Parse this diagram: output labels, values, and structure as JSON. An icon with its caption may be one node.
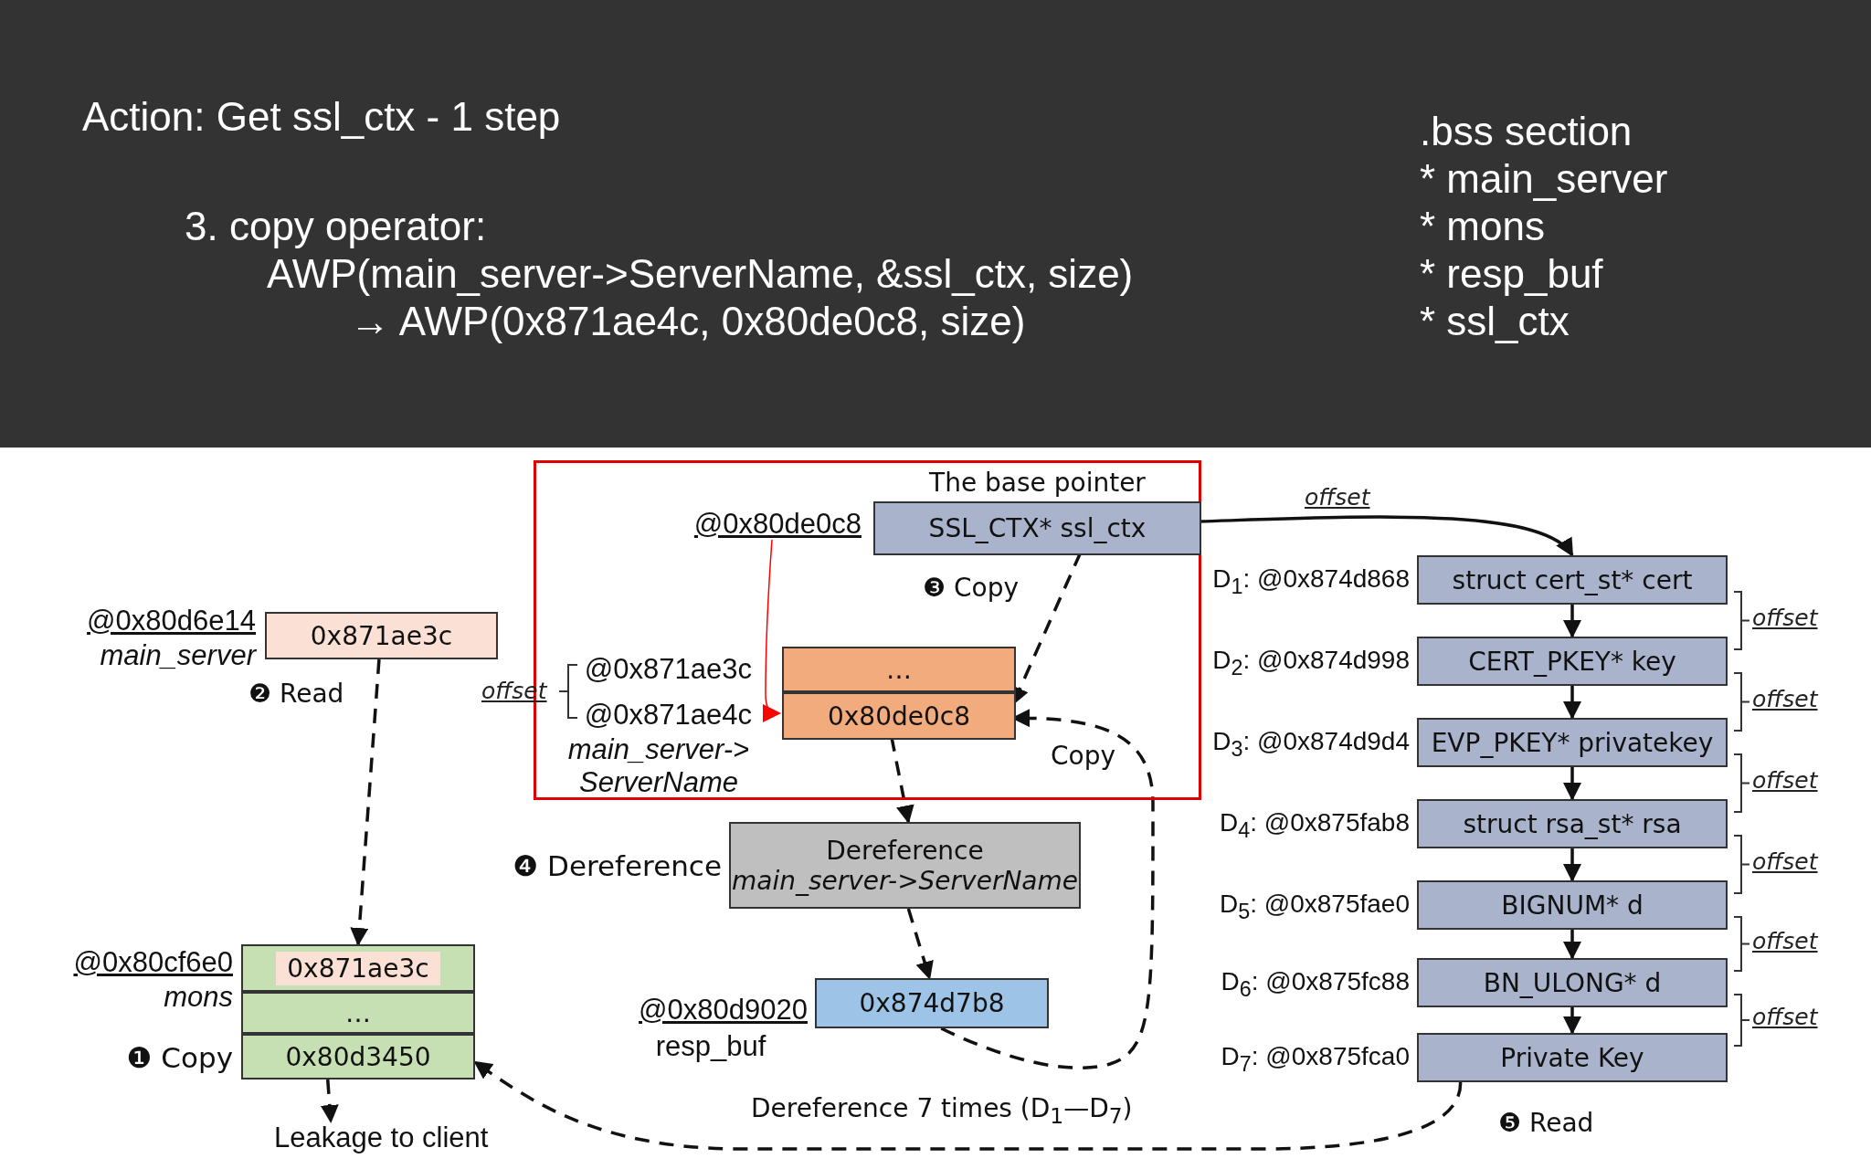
{
  "diagram": {
    "title": "Action: Get ssl_ctx - 1 step",
    "nodes": [
      {
        "text": [],
        "shape": "box"
      },
      {
        "text": [
          "@0x80de0c8"
        ],
        "in": 0
      },
      {
        "text": [
          "The base pointer",
          "SSL_CTX* ssl_ctx"
        ],
        "in": 0
      },
      {
        "text": [
          "…"
        ],
        "in": 0,
        "beside": [
          "@0x871ae3c"
        ]
      },
      {
        "text": [
          "0x80de0c8"
        ],
        "in": 0,
        "beside": [
          "@0x871ae4c",
          "main_server-> ServerName"
        ]
      },
      {
        "text": [
          "0x871ae3c"
        ],
        "beside": [
          "@0x80d6e14",
          "main_server"
        ]
      },
      {
        "text": [
          "0x871ae3c"
        ],
        "beside": [
          "@0x80cf6e0",
          "mons"
        ]
      },
      {
        "text": [
          "…"
        ]
      },
      {
        "text": [
          "0x80d3450"
        ],
        "beside": [
          "❶ Copy"
        ]
      },
      {
        "text": [
          "Dereference",
          "main_server->ServerName"
        ],
        "beside": [
          "❹ Dereference"
        ]
      },
      {
        "text": [
          "0x874d7b8"
        ],
        "beside": [
          "@0x80d9020",
          "resp_buf"
        ]
      },
      {
        "text": [
          "Leakage to client"
        ]
      },
      {
        "text": [
          "struct cert_st* cert"
        ],
        "beside": [
          "D$_{1}$: @0x874d868"
        ]
      },
      {
        "text": [
          "CERT_PKEY* key"
        ],
        "beside": [
          "D$_{2}$: @0x874d998"
        ]
      },
      {
        "text": [
          "EVP_PKEY* privatekey"
        ],
        "beside": [
          "D$_{3}$: @0x874d9d4"
        ]
      },
      {
        "text": [
          "struct rsa_st* rsa"
        ],
        "beside": [
          "D$_{4}$: @0x875fab8"
        ]
      },
      {
        "text": [
          "BIGNUM* d"
        ],
        "beside": [
          "D$_{5}$: @0x875fae0"
        ]
      },
      {
        "text": [
          "BN_ULONG* d"
        ],
        "beside": [
          "D$_{6}$: @0x875fc88"
        ]
      },
      {
        "text": [
          "Private Key"
        ],
        "beside": [
          "D$_{7}$: @0x875fca0"
        ]
      }
    ],
    "edges": [
      {
        "from": 5,
        "to": 6,
        "arrow": "to",
        "label": "❷ Read",
        "style": "dashed"
      },
      {
        "from": 2,
        "to": 4,
        "arrow": "to",
        "label": "❸ Copy",
        "style": "dashed"
      },
      {
        "from": 4,
        "to": 9,
        "arrow": "to",
        "style": "dashed"
      },
      {
        "from": 9,
        "to": 10,
        "arrow": "to",
        "style": "dashed"
      },
      {
        "from": 10,
        "to": 4,
        "arrow": "to",
        "label": "Copy",
        "style": "dashed"
      },
      {
        "from": 1,
        "to": 4,
        "arrow": "to",
        "color": "#ff0000"
      },
      {
        "from": 2,
        "to": 12,
        "arrow": "to",
        "label": "offset"
      },
      {
        "from": 12,
        "to": 13,
        "arrow": "to"
      },
      {
        "from": 13,
        "to": 14,
        "arrow": "to"
      },
      {
        "from": 14,
        "to": 15,
        "arrow": "to"
      },
      {
        "from": 15,
        "to": 16,
        "arrow": "to"
      },
      {
        "from": 16,
        "to": 17,
        "arrow": "to"
      },
      {
        "from": 17,
        "to": 18,
        "arrow": "to"
      },
      {
        "from": 18,
        "to": 8,
        "arrow": "to",
        "label": "❺ Read",
        "style": "dashed"
      },
      {
        "from": 8,
        "to": 11,
        "arrow": "to",
        "style": "dashed"
      }
    ],
    "labels": [
      "3. copy operator:",
      "AWP(main_server->ServerName, &ssl_ctx, size)",
      "→ AWP(0x871ae4c, 0x80de0c8, size)",
      ".bss section",
      "* main_server",
      "* mons",
      "* resp_buf",
      "* ssl_ctx",
      "offset",
      "offset",
      "offset",
      "offset",
      "offset",
      "offset",
      "offset",
      "Dereference 7 times (D$_{1}$—D$_{7}$)"
    ]
  }
}
